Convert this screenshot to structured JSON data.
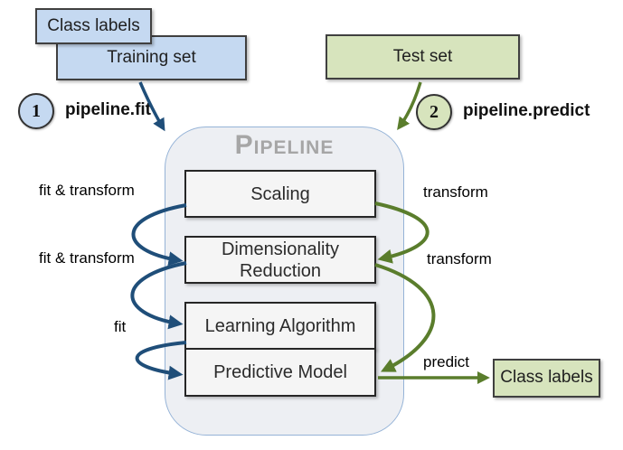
{
  "pipeline": {
    "title": "Pipeline"
  },
  "boxes": {
    "class_labels_in": "Class labels",
    "training_set": "Training set",
    "test_set": "Test set",
    "scaling": "Scaling",
    "dimensionality_reduction": "Dimensionality Reduction",
    "learning_algorithm": "Learning Algorithm",
    "predictive_model": "Predictive Model",
    "class_labels_out": "Class labels"
  },
  "steps": {
    "fit": {
      "number": "1",
      "label": "pipeline.fit"
    },
    "predict": {
      "number": "2",
      "label": "pipeline.predict"
    }
  },
  "edge_labels": {
    "fit_transform_scaling": "fit & transform",
    "fit_transform_dim_reduction": "fit & transform",
    "fit_learning_algorithm": "fit",
    "transform_scaling": "transform",
    "transform_dim_reduction": "transform",
    "predict_output": "predict"
  },
  "connections": [
    {
      "from": "Training set",
      "to": "Pipeline",
      "label": "pipeline.fit",
      "color": "blue"
    },
    {
      "from": "Test set",
      "to": "Pipeline",
      "label": "pipeline.predict",
      "color": "green"
    },
    {
      "from": "Scaling",
      "to": "Dimensionality Reduction",
      "label": "fit & transform",
      "color": "blue"
    },
    {
      "from": "Dimensionality Reduction",
      "to": "Learning Algorithm",
      "label": "fit & transform",
      "color": "blue"
    },
    {
      "from": "Learning Algorithm",
      "to": "Predictive Model",
      "label": "fit",
      "color": "blue"
    },
    {
      "from": "Scaling",
      "to": "Dimensionality Reduction",
      "label": "transform",
      "color": "green"
    },
    {
      "from": "Dimensionality Reduction",
      "to": "Predictive Model",
      "label": "transform",
      "color": "green"
    },
    {
      "from": "Predictive Model",
      "to": "Class labels",
      "label": "predict",
      "color": "green"
    }
  ],
  "colors": {
    "blue_fill": "#c5d9f1",
    "green_fill": "#d7e4bd",
    "blue_arrow": "#1f4e79",
    "green_arrow": "#5a7d2c",
    "container_fill": "#edeff3",
    "container_border": "#95b3d7",
    "box_fill": "#f5f5f5",
    "box_border": "#262626",
    "outer_box_border": "#404040",
    "title_color": "#a6a6a6"
  }
}
